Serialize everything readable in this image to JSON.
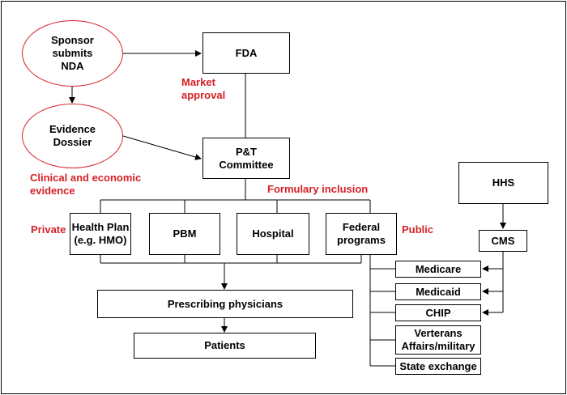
{
  "colors": {
    "accent": "#d62027",
    "line": "#000000"
  },
  "nodes": {
    "sponsor": "Sponsor\nsubmits\nNDA",
    "evidence": "Evidence\nDossier",
    "fda": "FDA",
    "pt": "P&T\nCommittee",
    "health_plan": "Health Plan\n(e.g. HMO)",
    "pbm": "PBM",
    "hospital": "Hospital",
    "federal": "Federal\nprograms",
    "hhs": "HHS",
    "cms": "CMS",
    "prescribing": "Prescribing physicians",
    "patients": "Patients",
    "medicare": "Medicare",
    "medicaid": "Medicaid",
    "chip": "CHIP",
    "veterans": "Verterans\nAffairs/military",
    "state": "State exchange"
  },
  "labels": {
    "market": "Market\napproval",
    "clinical": "Clinical and economic\nevidence",
    "formulary": "Formulary inclusion",
    "private": "Private",
    "public": "Public"
  }
}
